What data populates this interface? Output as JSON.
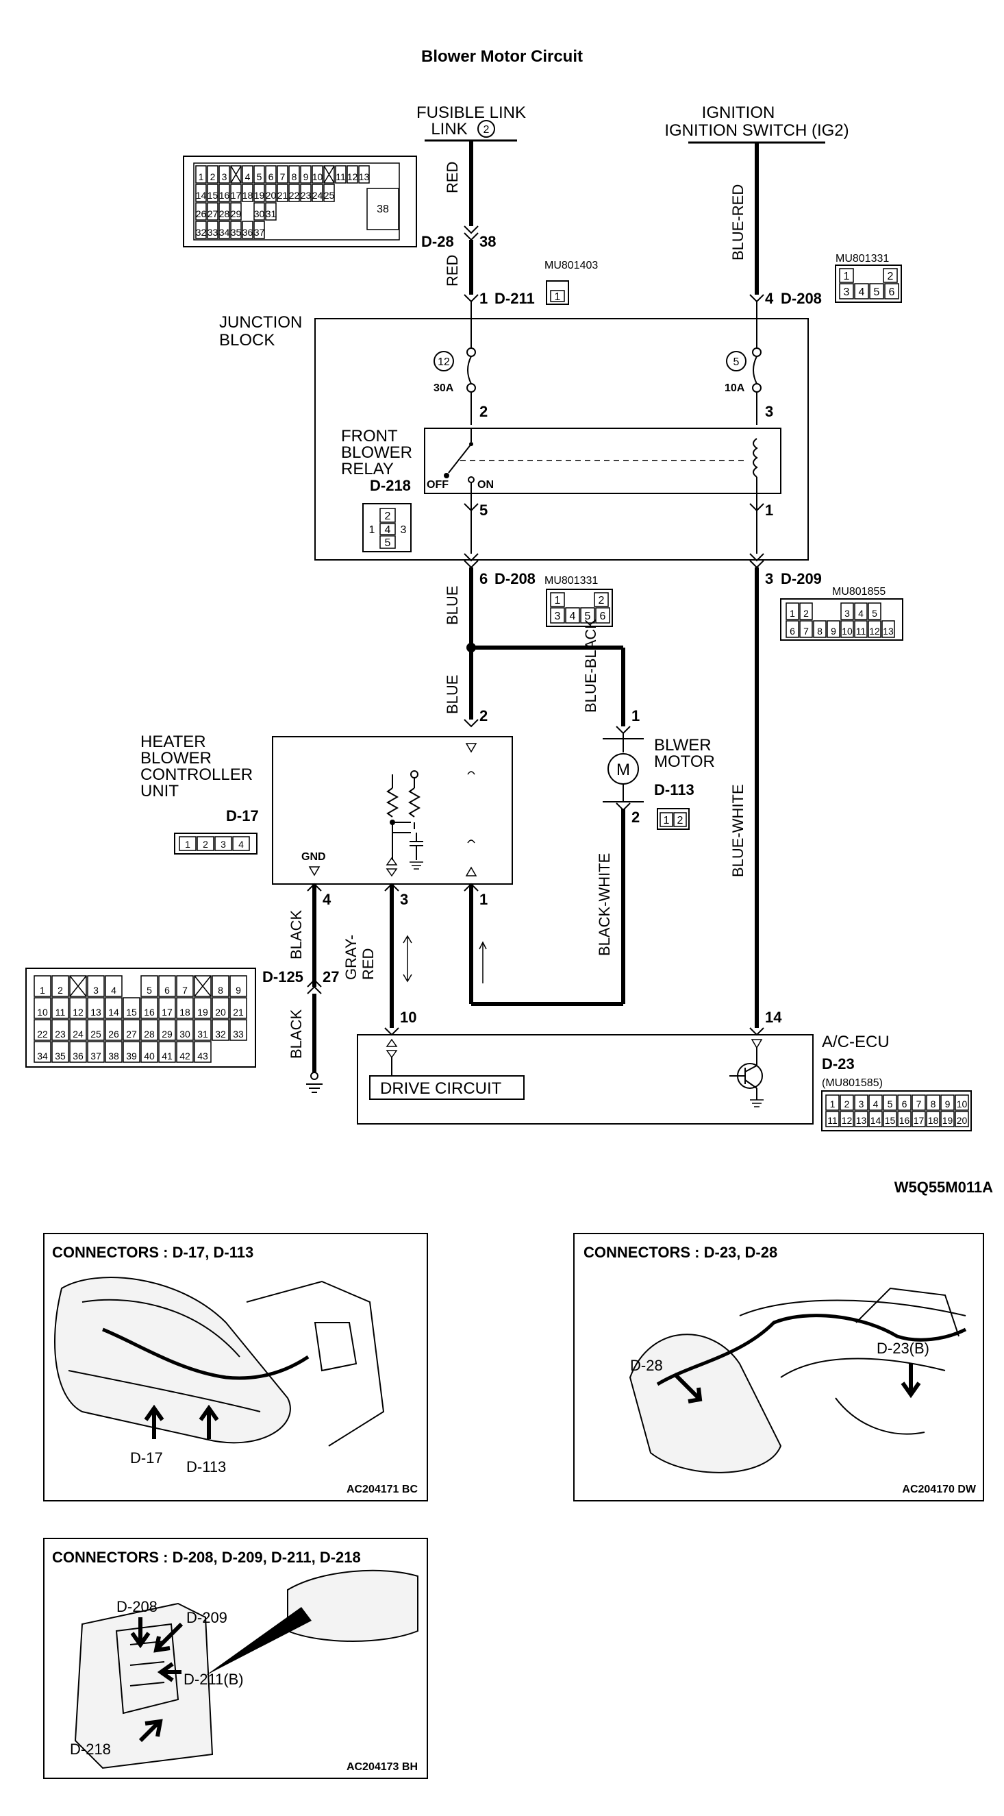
{
  "title": "Blower Motor Circuit",
  "diagram_code": "W5Q55M011A",
  "sources": {
    "fusible_link": "FUSIBLE LINK",
    "fusible_link_num": "2",
    "ignition_switch": "IGNITION SWITCH (IG2)"
  },
  "wires": {
    "red1": "RED",
    "red2": "RED",
    "blue_red": "BLUE-RED",
    "blue1": "BLUE",
    "blue2": "BLUE",
    "blue_black": "BLUE-BLACK",
    "blue_white": "BLUE-WHITE",
    "black_white": "BLACK-WHITE",
    "black1": "BLACK",
    "black2": "BLACK",
    "gray_red": "GRAY-RED"
  },
  "connectors": {
    "d28": "D-28",
    "d28_pin": "38",
    "d211": "D-211",
    "d211_pin": "1",
    "d211_part": "MU801403",
    "d208_top": "D-208",
    "d208_top_pin": "4",
    "d208_part": "MU801331",
    "d208_bot": "D-208",
    "d208_bot_pin": "6",
    "d208_part2": "MU801331",
    "d209": "D-209",
    "d209_pin": "3",
    "d209_part": "MU801855",
    "d218": "D-218",
    "d17": "D-17",
    "d113": "D-113",
    "d125": "D-125",
    "d125_pin": "27",
    "d23": "D-23",
    "d23_part": "(MU801585)"
  },
  "junction_block": {
    "label1": "JUNCTION",
    "label2": "BLOCK",
    "fuse12_num": "12",
    "fuse12_rating": "30A",
    "fuse5_num": "5",
    "fuse5_rating": "10A",
    "pin2": "2",
    "pin3": "3",
    "pin5": "5",
    "pin1": "1",
    "relay1": "FRONT",
    "relay2": "BLOWER",
    "relay3": "RELAY",
    "off": "OFF",
    "on": "ON"
  },
  "heater_unit": {
    "l1": "HEATER",
    "l2": "BLOWER",
    "l3": "CONTROLLER",
    "l4": "UNIT",
    "gnd": "GND",
    "pin2": "2",
    "pin4": "4",
    "pin3": "3",
    "pin1": "1"
  },
  "motor": {
    "l1": "BLWER",
    "l2": "MOTOR",
    "pin1": "1",
    "pin2": "2",
    "symbol": "M"
  },
  "ecu": {
    "label": "A/C-ECU",
    "drive": "DRIVE CIRCUIT",
    "pin10": "10",
    "pin14": "14"
  },
  "pin_grids": {
    "d28_rows": [
      [
        "1",
        "2",
        "3",
        "X",
        "4",
        "5",
        "6",
        "7",
        "8",
        "9",
        "10",
        "X",
        "11",
        "12",
        "13"
      ],
      [
        "14",
        "15",
        "16",
        "17",
        "18",
        "19",
        "20",
        "21",
        "22",
        "23",
        "24",
        "25"
      ],
      [
        "26",
        "27",
        "28",
        "29",
        "",
        "30",
        "31"
      ],
      [
        "32",
        "33",
        "34",
        "35",
        "36",
        "37"
      ]
    ],
    "d28_big": "38",
    "d125_rows": [
      [
        "1",
        "2",
        "X",
        "3",
        "4",
        "",
        "5",
        "6",
        "7",
        "X",
        "8",
        "9"
      ],
      [
        "10",
        "11",
        "12",
        "13",
        "14",
        "15",
        "16",
        "17",
        "18",
        "19",
        "20",
        "21"
      ],
      [
        "22",
        "23",
        "24",
        "25",
        "26",
        "27",
        "28",
        "29",
        "30",
        "31",
        "32",
        "33"
      ],
      [
        "34",
        "35",
        "36",
        "37",
        "38",
        "39",
        "40",
        "41",
        "42",
        "43"
      ]
    ],
    "d23_rows": [
      [
        "1",
        "2",
        "3",
        "4",
        "5",
        "6",
        "7",
        "8",
        "9",
        "10"
      ],
      [
        "11",
        "12",
        "13",
        "14",
        "15",
        "16",
        "17",
        "18",
        "19",
        "20"
      ]
    ],
    "d209_rows": [
      [
        "1",
        "2",
        "",
        "",
        "3",
        "4",
        "5"
      ],
      [
        "6",
        "7",
        "8",
        "9",
        "10",
        "11",
        "12",
        "13"
      ]
    ],
    "d208_rows": [
      [
        "1",
        "",
        "2"
      ],
      [
        "3",
        "4",
        "5",
        "6"
      ]
    ],
    "d17_pins": [
      "1",
      "2",
      "3",
      "4"
    ],
    "d113_pins": [
      "1",
      "2"
    ],
    "d211_pins": [
      "1"
    ],
    "d218_pins": [
      "2",
      "1",
      "4",
      "3",
      "5"
    ]
  },
  "photos": [
    {
      "title": "CONNECTORS : D-17, D-113",
      "labels": [
        "D-17",
        "D-113"
      ],
      "code": "AC204171 BC"
    },
    {
      "title": "CONNECTORS : D-23, D-28",
      "labels": [
        "D-28",
        "D-23(B)"
      ],
      "code": "AC204170 DW"
    },
    {
      "title": "CONNECTORS : D-208, D-209, D-211, D-218",
      "labels": [
        "D-208",
        "D-209",
        "D-211(B)",
        "D-218"
      ],
      "code": "AC204173 BH"
    }
  ]
}
